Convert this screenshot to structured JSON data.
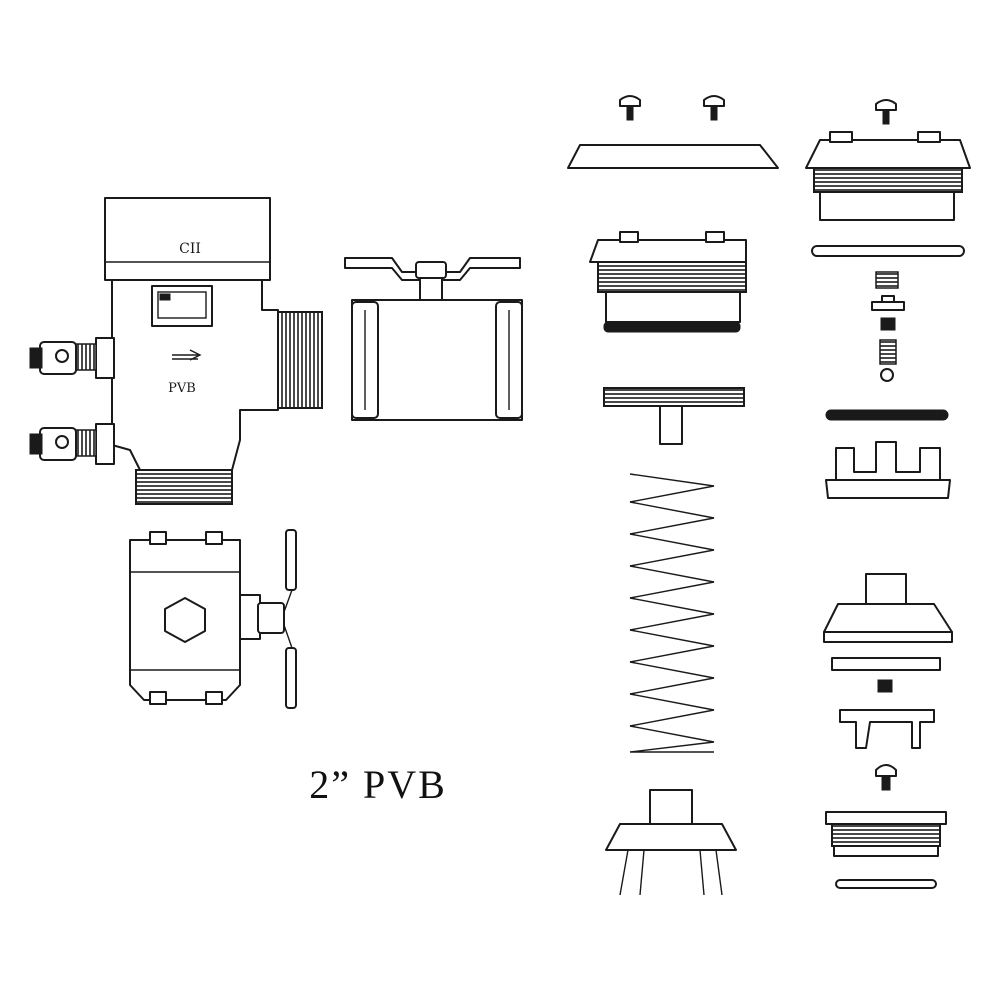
{
  "diagram": {
    "title": "2”  PVB",
    "body_label_top": "CII",
    "body_label_mid": "PVB",
    "arrow_symbol": "⇒",
    "line_color": "#1a1a1a",
    "background": "#ffffff"
  }
}
